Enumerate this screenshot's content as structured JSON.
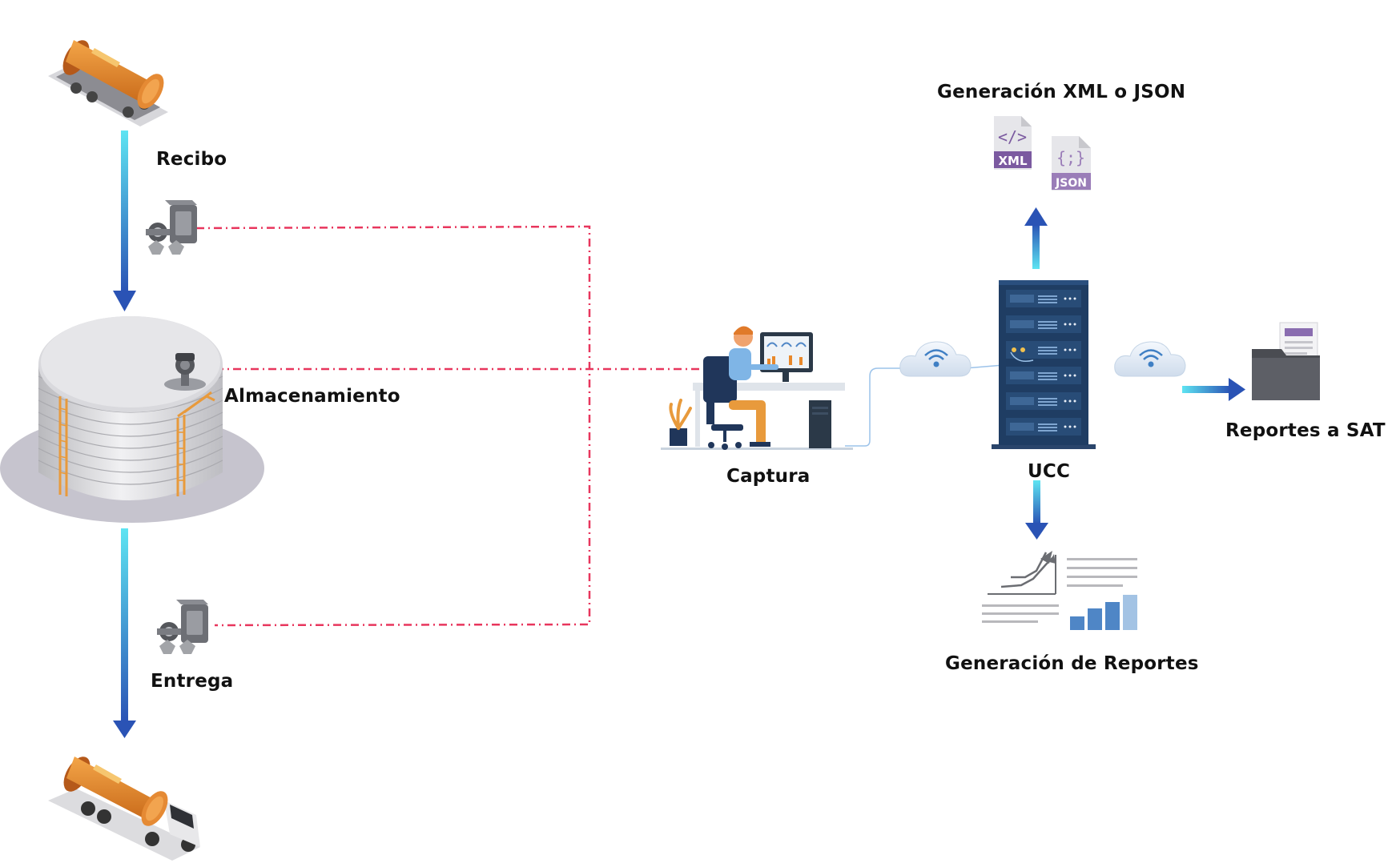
{
  "labels": {
    "recibo": "Recibo",
    "almacenamiento": "Almacenamiento",
    "entrega": "Entrega",
    "captura": "Captura",
    "ucc": "UCC",
    "generacion_xml_json": "Generación XML o JSON",
    "reportes_sat": "Reportes a SAT",
    "generacion_reportes": "Generación de Reportes"
  },
  "file_badges": {
    "xml_symbol": "</>",
    "xml": "XML",
    "json_symbol": "{;}",
    "json": "JSON"
  },
  "colors": {
    "signal_line": "#e8365d",
    "flow_arrow_top": "#5ee4f2",
    "flow_arrow_bottom": "#2a53b5",
    "server": "#1f3d63",
    "file_badge": "#7b5aa0",
    "tanker_orange": "#e8882b",
    "report_bars": "#4f86c6"
  },
  "icons": [
    "rail-tanker-icon",
    "flowmeter-icon",
    "storage-tank-icon",
    "level-sensor-icon",
    "operator-workstation-icon",
    "cloud-wifi-icon",
    "server-rack-icon",
    "xml-file-icon",
    "json-file-icon",
    "folder-report-icon",
    "report-chart-icon",
    "tanker-truck-icon"
  ]
}
